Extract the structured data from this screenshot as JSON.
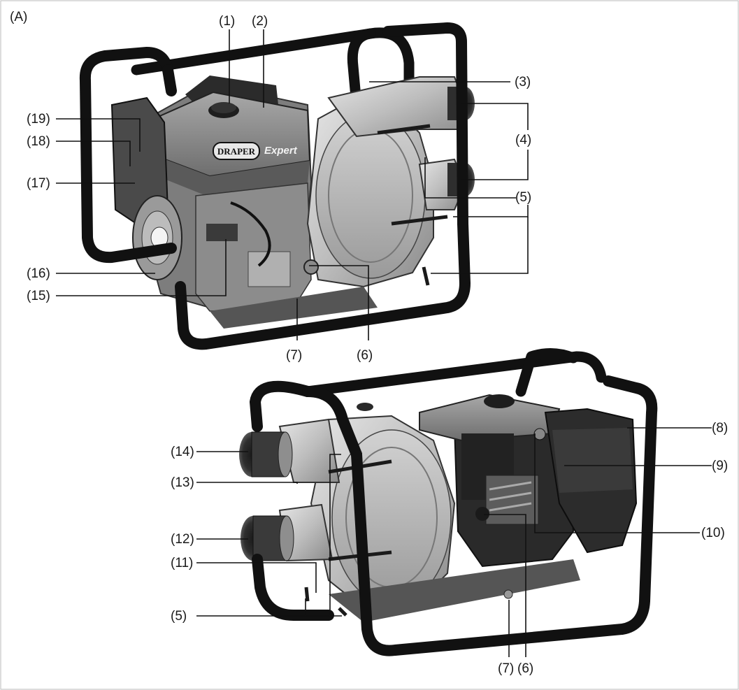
{
  "figure": {
    "panel_label": "(A)"
  },
  "callouts": {
    "c1": "(1)",
    "c2": "(2)",
    "c3": "(3)",
    "c4": "(4)",
    "c5_top": "(5)",
    "c5_bottom": "(5)",
    "c6_top": "(6)",
    "c6_bottom": "(6)",
    "c7_top": "(7)",
    "c7_bottom": "(7)",
    "c8": "(8)",
    "c9": "(9)",
    "c10": "(10)",
    "c11": "(11)",
    "c12": "(12)",
    "c13": "(13)",
    "c14": "(14)",
    "c15": "(15)",
    "c16": "(16)",
    "c17": "(17)",
    "c18": "(18)",
    "c19": "(19)"
  },
  "product": {
    "brand": "DRAPER",
    "line": "Expert"
  }
}
